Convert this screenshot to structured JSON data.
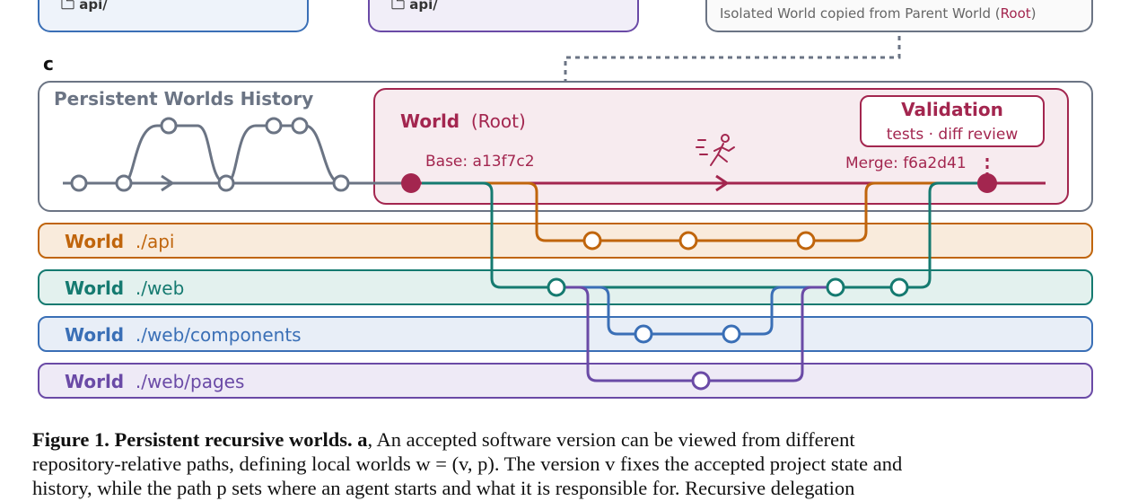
{
  "top_boxes": {
    "left_label": "🗀 api/",
    "middle_label": "🗀 api/",
    "right_text_before": "Isolated World copied from Parent World (",
    "right_text_root": "Root",
    "right_text_after": ")"
  },
  "panel_letter": "c",
  "history": {
    "title": "Persistent Worlds History"
  },
  "root_world": {
    "word": "World",
    "path": "(Root)",
    "base_label": "Base: a13f7c2",
    "merge_label": "Merge: f6a2d41",
    "validation_title": "Validation",
    "validation_sub": "tests · diff review"
  },
  "lanes": [
    {
      "word": "World",
      "path": "./api"
    },
    {
      "word": "World",
      "path": "./web"
    },
    {
      "word": "World",
      "path": "./web/components"
    },
    {
      "word": "World",
      "path": "./web/pages"
    }
  ],
  "colors": {
    "gray": "#6b7484",
    "root": "#a3264f",
    "api": "#c0650c",
    "web": "#157a70",
    "components": "#3a6fb6",
    "pages": "#6a4aa6"
  },
  "icons": [
    "folder-icon",
    "running-person-icon"
  ],
  "caption": {
    "fig_label": "Figure 1. Persistent recursive worlds.",
    "panel_a": "a",
    "line1_rest": ", An accepted software version can be viewed from different",
    "line2": "repository-relative paths, defining local worlds w = (v, p). The version v fixes the accepted project state and",
    "line3": "history, while the path p sets where an agent starts and what it is responsible for. Recursive delegation"
  }
}
